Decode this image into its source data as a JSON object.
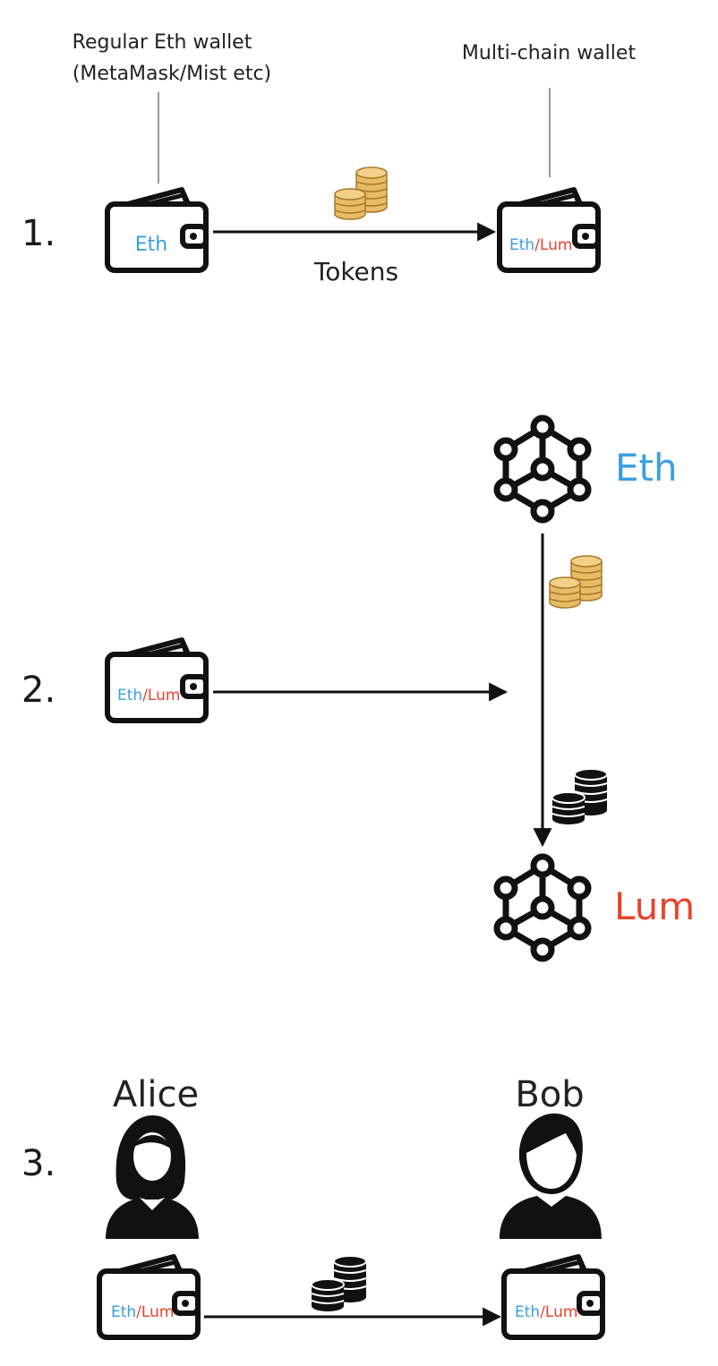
{
  "colors": {
    "eth": "#3b9ee0",
    "lum": "#e8432c",
    "ink": "#111111",
    "gold": "#e3b25e",
    "gold_dark": "#b07d2a"
  },
  "step1": {
    "number": "1.",
    "source_caption_line1": "Regular Eth wallet",
    "source_caption_line2": "(MetaMask/Mist etc)",
    "dest_caption": "Multi-chain wallet",
    "source_wallet_label": "Eth",
    "dest_wallet_eth": "Eth",
    "dest_wallet_sep": "/",
    "dest_wallet_lum": "Lum",
    "arrow_label": "Tokens"
  },
  "step2": {
    "number": "2.",
    "wallet_eth": "Eth",
    "wallet_sep": "/",
    "wallet_lum": "Lum",
    "chain_top_label": "Eth",
    "chain_bottom_label": "Lum"
  },
  "step3": {
    "number": "3.",
    "sender_name": "Alice",
    "receiver_name": "Bob",
    "sender_wallet_eth": "Eth",
    "sender_wallet_sep": "/",
    "sender_wallet_lum": "Lum",
    "receiver_wallet_eth": "Eth",
    "receiver_wallet_sep": "/",
    "receiver_wallet_lum": "Lum"
  },
  "icons": [
    "wallet-icon",
    "gold-coins-icon",
    "black-coins-icon",
    "blockchain-network-icon",
    "woman-avatar-icon",
    "man-avatar-icon",
    "arrow-icon"
  ]
}
